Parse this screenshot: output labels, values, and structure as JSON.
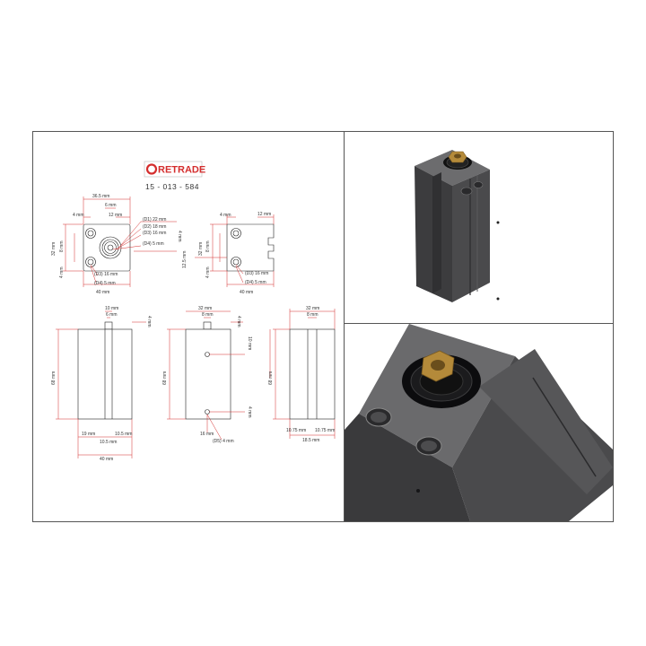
{
  "logo": {
    "text": "RETRADE",
    "accent": "#d42d2d"
  },
  "part_number": "15 - 013 - 584",
  "colors": {
    "dimension": "#d42d2d",
    "body": "#3a3a3c",
    "brass": "#b48a3a"
  },
  "front_view": {
    "width_top": "36.5 mm",
    "left_offset": "4 mm",
    "center_gap": "6 mm",
    "right_offset": "12 mm",
    "d1": "(D1) 22 mm",
    "d2": "(D2) 18 mm",
    "d3": "(D3) 16 mm",
    "d4": "(D4) 5 mm",
    "side_4": "4 mm",
    "height": "32 mm",
    "mid": "8 mm",
    "bottom_offset": "4 mm",
    "hole_d3": "(D3) 16 mm",
    "hole_d4": "(D4) 5 mm",
    "width_bottom": "40 mm"
  },
  "back_view": {
    "left_offset": "4 mm",
    "right_offset": "12 mm",
    "depth": "12.5 mm",
    "height": "32 mm",
    "mid": "8 mm",
    "bottom_offset": "4 mm",
    "hole_d3": "(D3) 16 mm",
    "hole_d4": "(D4) 5 mm",
    "width_bottom": "40 mm"
  },
  "side_view_1": {
    "top_width": "10 mm",
    "top_inner": "6 mm",
    "top_right": "4 mm",
    "height": "68 mm",
    "bottom_left": "19 mm",
    "bottom_right": "10.5 mm",
    "bottom_mid": "10.5 mm",
    "total_width": "40 mm"
  },
  "side_view_2": {
    "top_width": "32 mm",
    "top_inner": "8 mm",
    "top_right": "4 mm",
    "upper_hole": "10 mm",
    "height": "68 mm",
    "lower_hole": "4 mm",
    "bottom_offset": "16 mm",
    "hole_d5": "(D5) 4 mm"
  },
  "side_view_3": {
    "top_width": "32 mm",
    "top_inner": "8 mm",
    "height": "68 mm",
    "bottom_left": "10.75 mm",
    "bottom_right": "10.75 mm",
    "bottom_total": "18.5 mm"
  }
}
